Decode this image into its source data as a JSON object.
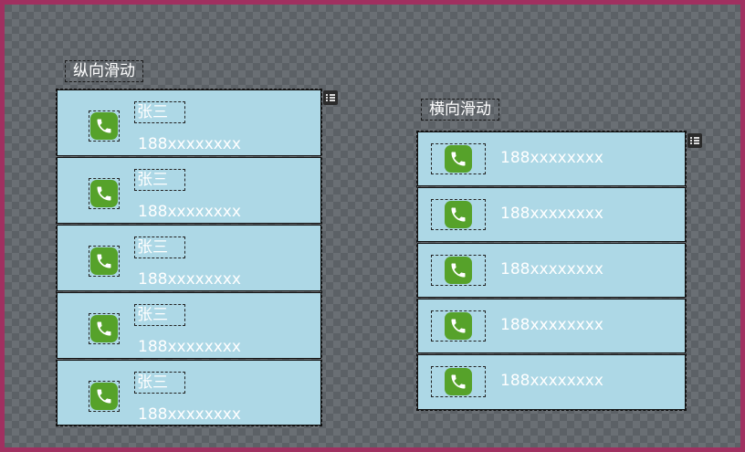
{
  "vertical_section": {
    "title": "纵向滑动",
    "items": [
      {
        "name": "张三",
        "phone": "188xxxxxxxx"
      },
      {
        "name": "张三",
        "phone": "188xxxxxxxx"
      },
      {
        "name": "张三",
        "phone": "188xxxxxxxx"
      },
      {
        "name": "张三",
        "phone": "188xxxxxxxx"
      },
      {
        "name": "张三",
        "phone": "188xxxxxxxx"
      }
    ]
  },
  "horizontal_section": {
    "title": "横向滑动",
    "items": [
      {
        "phone": "188xxxxxxxx"
      },
      {
        "phone": "188xxxxxxxx"
      },
      {
        "phone": "188xxxxxxxx"
      },
      {
        "phone": "188xxxxxxxx"
      },
      {
        "phone": "188xxxxxxxx"
      }
    ]
  },
  "colors": {
    "frame_border": "#a03060",
    "row_background": "#add8e6",
    "phone_icon": "#56a22a"
  },
  "icons": {
    "row_icon": "phone-icon",
    "list_menu": "list-menu-icon"
  }
}
